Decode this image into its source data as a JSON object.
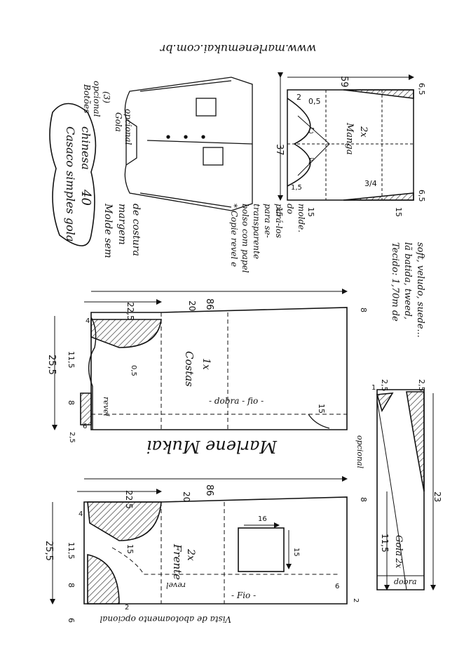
{
  "website": "www.marlenemukai.com.br",
  "title": {
    "line1": "Casaco simples gola",
    "line2": "chinesa",
    "size": "40"
  },
  "sketch_labels": {
    "botoes": "Botões",
    "opcional": "opcional",
    "count": "(3)",
    "gola": "Gola",
    "gola_opcional": "opcional"
  },
  "notes": {
    "molde": [
      "Molde sem",
      "margem",
      "de costura"
    ],
    "copie": [
      "* Copie revel e",
      "bolso com papel",
      "transparente",
      "para se-",
      "pará-los",
      "do",
      "molde."
    ],
    "tecido": [
      "Tecido: 1,70m de",
      "lã batida, tweed,",
      "soft, veludo, suede..."
    ]
  },
  "signature": "Marlene Mukai",
  "manga": {
    "label": "Manga",
    "qty": "2x",
    "dims": [
      "59",
      "6,5",
      "6,5",
      "37",
      "15",
      "15",
      "15",
      "2",
      "0,5",
      "1,5",
      "3/4",
      "C",
      "F"
    ]
  },
  "costas": {
    "label": "Costas",
    "qty": "1x",
    "dims": [
      "86",
      "22,5",
      "20",
      "8",
      "25,5",
      "11,5",
      "4",
      "8",
      "2,5",
      "6",
      "0,5",
      "15"
    ],
    "revel": "revel",
    "dobra_fio": "- dobra - fio -",
    "opcional": "opcional"
  },
  "frente": {
    "label": "Frente",
    "qty": "2x",
    "dims": [
      "86",
      "22,5",
      "20",
      "8",
      "25,5",
      "11,5",
      "4",
      "8",
      "6",
      "2",
      "15",
      "16",
      "15",
      "6",
      "2"
    ],
    "revel": "revel",
    "fio": "- Fio -",
    "vista": "Vista de abotoamento opcional"
  },
  "gola": {
    "label": "Gola",
    "qty": "2x",
    "dims": [
      "2,5",
      "2,5",
      "1",
      "11,5",
      "23"
    ],
    "dobra": "dobra"
  }
}
